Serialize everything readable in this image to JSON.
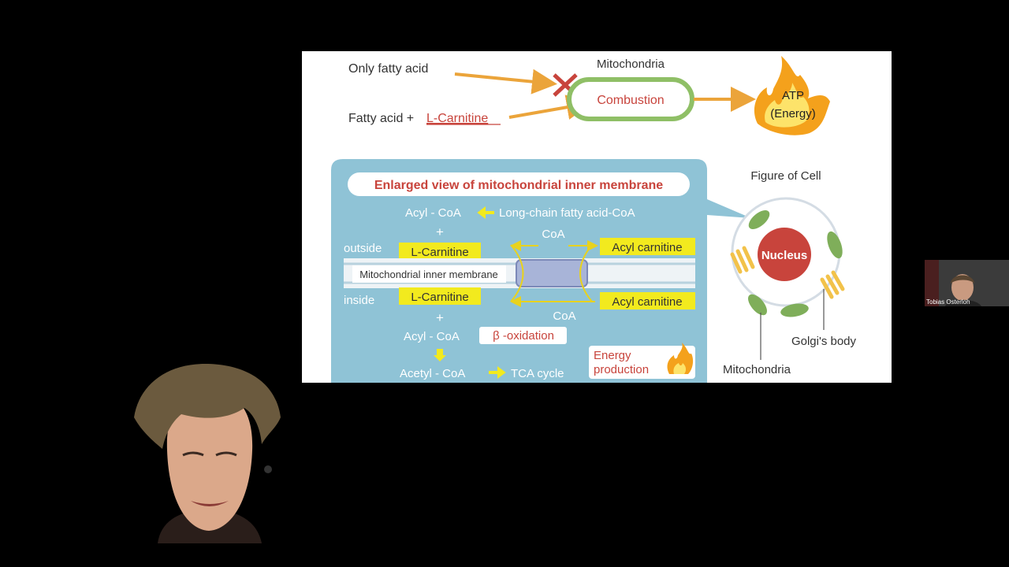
{
  "slide": {
    "top": {
      "only_fatty_acid": "Only fatty acid",
      "fatty_acid_plus": "Fatty acid + ",
      "l_carnitine": "L-Carnitine",
      "mitochondria": "Mitochondria",
      "combustion": "Combustion",
      "atp": "ATP",
      "energy": "(Energy)"
    },
    "panel": {
      "title": "Enlarged view of mitochondrial inner membrane",
      "acyl_coa_top": "Acyl - CoA",
      "long_chain": "Long-chain fatty acid-CoA",
      "plus_top": "+",
      "coa_top": "CoA",
      "outside": "outside",
      "l_carnitine_top": "L-Carnitine",
      "acyl_carnitine_top": "Acyl carnitine",
      "membrane_label": "Mitochondrial inner membrane",
      "inside": "inside",
      "l_carnitine_bottom": "L-Carnitine",
      "acyl_carnitine_bottom": "Acyl carnitine",
      "coa_bottom": "CoA",
      "plus_bottom": "+",
      "acyl_coa_bottom": "Acyl - CoA",
      "beta_oxidation": "β -oxidation",
      "acetyl_coa": "Acetyl - CoA",
      "tca_cycle": "TCA cycle",
      "energy_line1": "Energy",
      "energy_line2": "production"
    },
    "cell": {
      "title": "Figure of Cell",
      "nucleus": "Nucleus",
      "golgi": "Golgi's body",
      "mitochondria": "Mitochondria"
    }
  },
  "participant": {
    "name": "Tobias Osterloh"
  },
  "colors": {
    "panel_blue": "#8fc3d6",
    "highlight_yellow": "#f2ea1e",
    "accent_red": "#c8443c",
    "mito_green": "#7fae5a",
    "arrow_orange": "#eba43a"
  }
}
